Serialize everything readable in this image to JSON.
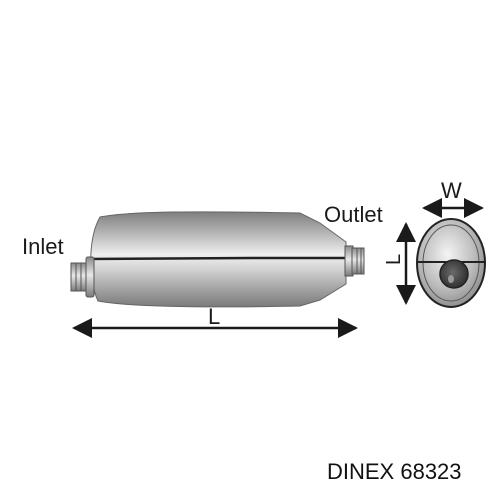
{
  "labels": {
    "inlet": "Inlet",
    "outlet": "Outlet",
    "length": "L",
    "width": "W",
    "height": "L"
  },
  "caption": "DINEX 68323",
  "colors": {
    "line": "#1a1a1a",
    "body_shade": "#8e8e8e",
    "body_highlight": "#f2f2f2"
  }
}
